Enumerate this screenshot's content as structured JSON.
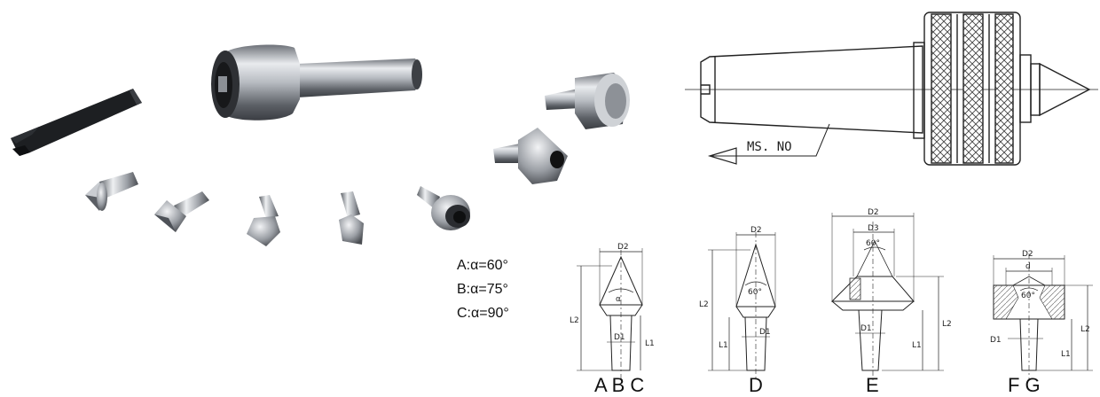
{
  "photo": {
    "items": [
      "ejector-key",
      "main-live-center",
      "small-points",
      "bell-centers"
    ]
  },
  "assembly_drawing": {
    "taper_label": "MS. NO"
  },
  "legend": {
    "a": "A:α=60°",
    "b": "B:α=75°",
    "c": "C:α=90°"
  },
  "point_labels": {
    "abc": {
      "d2": "D2",
      "d1": "D1",
      "l1": "L1",
      "l2": "L2",
      "alpha": "α",
      "caption": "A B C"
    },
    "d": {
      "d2": "D2",
      "d1": "D1",
      "l1": "L1",
      "l2": "L2",
      "angle": "60°",
      "caption": "D"
    },
    "e": {
      "d2": "D2",
      "d3": "D3",
      "d1": "D1",
      "l1": "L1",
      "l2": "L2",
      "angle": "60°",
      "caption": "E"
    },
    "fg": {
      "d2": "D2",
      "d": "d",
      "d1": "D1",
      "l1": "L1",
      "l2": "L2",
      "angle": "60°",
      "caption": "F G"
    }
  },
  "colors": {
    "steel_dark": "#3a3d42",
    "steel_light": "#e8eaed",
    "ink": "#222222",
    "knurl": "#555555"
  }
}
